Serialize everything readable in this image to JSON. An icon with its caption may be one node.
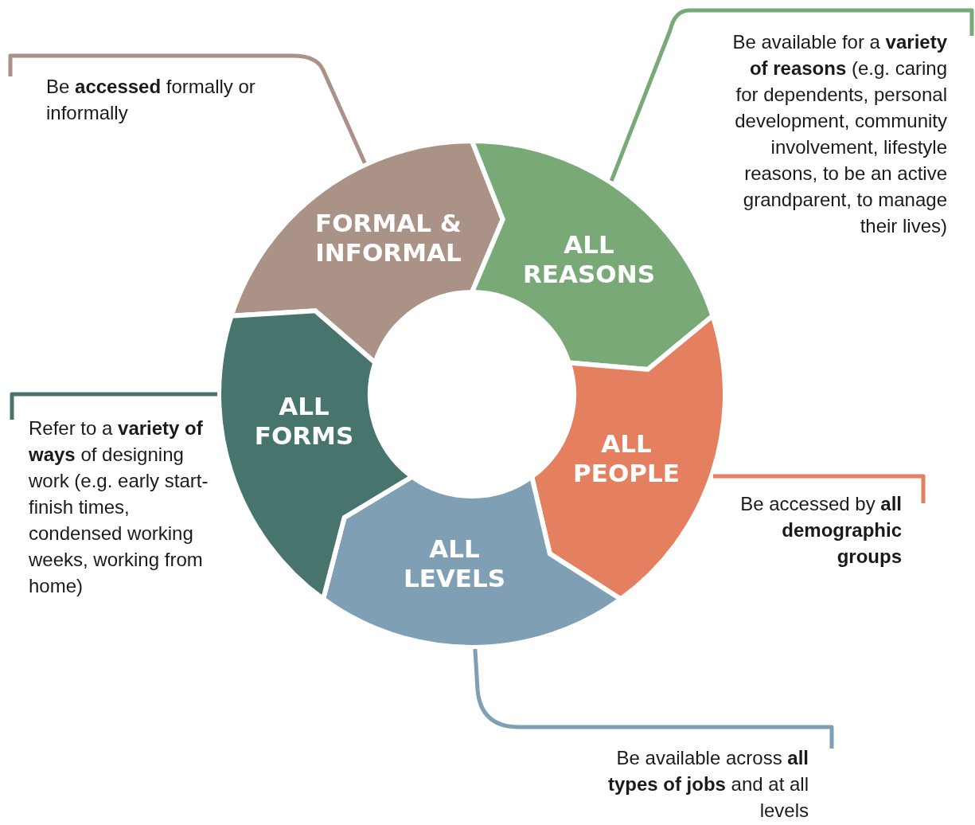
{
  "diagram": {
    "nodes": [
      {
        "text": [
          "FORMAL & INFORMAL"
        ]
      },
      {
        "text": [
          "ALL REASONS"
        ]
      },
      {
        "text": [
          "ALL PEOPLE"
        ]
      },
      {
        "text": [
          "ALL LEVELS"
        ]
      },
      {
        "text": [
          "ALL FORMS"
        ]
      },
      {
        "text": [
          "Be **accessed** formally or informally"
        ]
      },
      {
        "text": [
          "Be available for a **variety of reasons** (e.g. caring for dependents, personal development, community involvement, lifestyle reasons, to be an active grandparent, to manage their lives)"
        ]
      },
      {
        "text": [
          "Be accessed by **all demographic groups**"
        ]
      },
      {
        "text": [
          "Be available across **all types of jobs** and at all levels"
        ]
      },
      {
        "text": [
          "Refer to a **variety of ways** of designing work (e.g. early start- finish times, condensed working weeks, working from home)"
        ]
      }
    ],
    "edges": [
      {
        "from": 5,
        "to": 0,
        "arrow": "none",
        "color": "#ab9287"
      },
      {
        "from": 6,
        "to": 1,
        "arrow": "none",
        "color": "#7aa978"
      },
      {
        "from": 7,
        "to": 2,
        "arrow": "none",
        "color": "#e47f5f"
      },
      {
        "from": 8,
        "to": 3,
        "arrow": "none",
        "color": "#7f9fb4"
      },
      {
        "from": 9,
        "to": 4,
        "arrow": "none",
        "color": "#47756e"
      }
    ]
  }
}
